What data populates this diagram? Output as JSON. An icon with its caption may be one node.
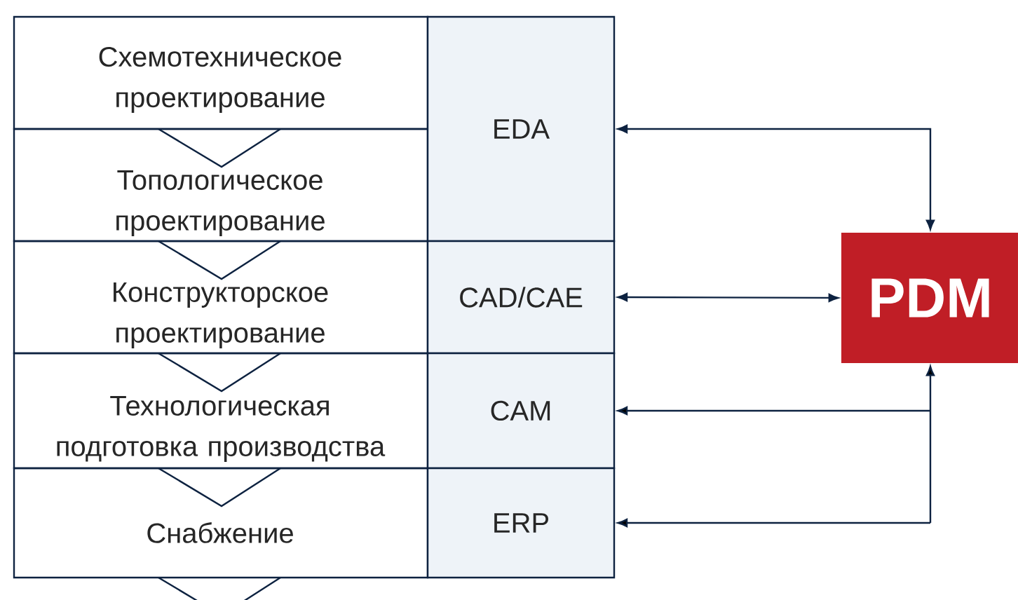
{
  "diagram": {
    "nodes": [
      {
        "text": [
          "Схемотехническое проектирование"
        ]
      },
      {
        "text": [
          "Топологическое проектирование"
        ]
      },
      {
        "text": [
          "Конструкторское проектирование"
        ]
      },
      {
        "text": [
          "Технологическая подготовка производства"
        ]
      },
      {
        "text": [
          "Снабжение"
        ]
      },
      {
        "text": [
          "EDA"
        ]
      },
      {
        "text": [
          "CAD/CAE"
        ]
      },
      {
        "text": [
          "CAM"
        ]
      },
      {
        "text": [
          "ERP"
        ]
      },
      {
        "text": [
          "PDM"
        ]
      }
    ],
    "edges": [
      {
        "from": 5,
        "to": 9,
        "arrow": "both"
      },
      {
        "from": 6,
        "to": 9,
        "arrow": "both"
      },
      {
        "from": 7,
        "to": 9,
        "arrow": "both"
      },
      {
        "from": 8,
        "to": 9,
        "arrow": "both"
      }
    ]
  }
}
